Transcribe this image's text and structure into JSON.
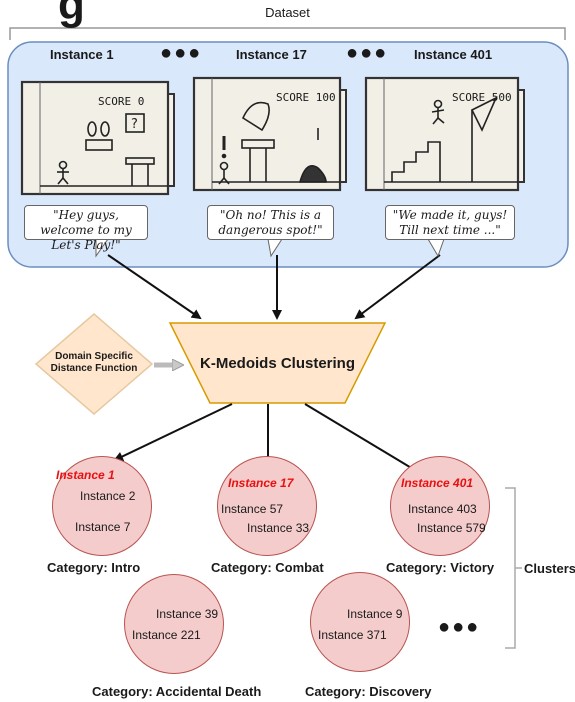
{
  "header": {
    "partial_title": "g"
  },
  "dataset": {
    "title": "Dataset",
    "instances": [
      {
        "title": "Instance 1",
        "score": "SCORE 0",
        "quote": "\"Hey guys, welcome to my Let's Play!\""
      },
      {
        "title": "Instance 17",
        "score": "SCORE 100",
        "quote": "\"Oh no! This is a dangerous spot!\""
      },
      {
        "title": "Instance 401",
        "score": "SCORE 500",
        "quote": "\"We made it, guys! Till next time ...\""
      }
    ],
    "ellipsis": "●●●"
  },
  "distance_function": {
    "label": "Domain Specific Distance Function"
  },
  "clustering": {
    "label": "K-Medoids Clustering"
  },
  "clusters": [
    {
      "medoid": "Instance 1",
      "members": [
        "Instance 2",
        "Instance 7"
      ],
      "category": "Category: Intro"
    },
    {
      "medoid": "Instance 17",
      "members": [
        "Instance 57",
        "Instance 33"
      ],
      "category": "Category: Combat"
    },
    {
      "medoid": "Instance 401",
      "members": [
        "Instance 403",
        "Instance 579"
      ],
      "category": "Category: Victory"
    },
    {
      "medoid": "",
      "members": [
        "Instance 39",
        "Instance 221"
      ],
      "category": "Category: Accidental Death"
    },
    {
      "medoid": "",
      "members": [
        "Instance 9",
        "Instance 371"
      ],
      "category": "Category: Discovery"
    }
  ],
  "clusters_label": "Clusters",
  "more_clusters": "●●●",
  "colors": {
    "dataset_bg": "#dae8fc",
    "dataset_border": "#6c8ebf",
    "cluster_fill": "#f4cccc",
    "cluster_border": "#b85450",
    "trapezoid_fill": "#ffe6cc",
    "trapezoid_border": "#d79b00",
    "medoid_text": "#e81010"
  }
}
